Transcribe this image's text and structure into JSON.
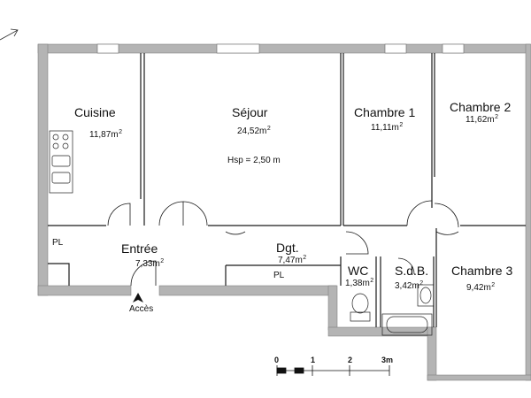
{
  "rooms": {
    "cuisine": {
      "name": "Cuisine",
      "area": "11,87m",
      "unit_sup": "2"
    },
    "sejour": {
      "name": "Séjour",
      "area": "24,52m",
      "unit_sup": "2",
      "height": "Hsp = 2,50 m"
    },
    "chambre1": {
      "name": "Chambre 1",
      "area": "11,11m",
      "unit_sup": "2"
    },
    "chambre2": {
      "name": "Chambre 2",
      "area": "11,62m",
      "unit_sup": "2"
    },
    "entree": {
      "name": "Entrée",
      "area": "7,33m",
      "unit_sup": "2"
    },
    "dgt": {
      "name": "Dgt.",
      "area": "7,47m",
      "unit_sup": "2"
    },
    "wc": {
      "name": "WC",
      "area": "1,38m",
      "unit_sup": "2"
    },
    "sdb": {
      "name": "S.d.B.",
      "area": "3,42m",
      "unit_sup": "2"
    },
    "chambre3": {
      "name": "Chambre 3",
      "area": "9,42m",
      "unit_sup": "2"
    }
  },
  "closets": {
    "pl_entree": "PL",
    "pl_dgt": "PL"
  },
  "entrance_label": "Accès",
  "scale_bar": {
    "ticks": [
      "0",
      "1",
      "2",
      "3m"
    ]
  },
  "colors": {
    "wall": "#b4b4b4",
    "line": "#1a1a1a",
    "background": "#ffffff"
  }
}
